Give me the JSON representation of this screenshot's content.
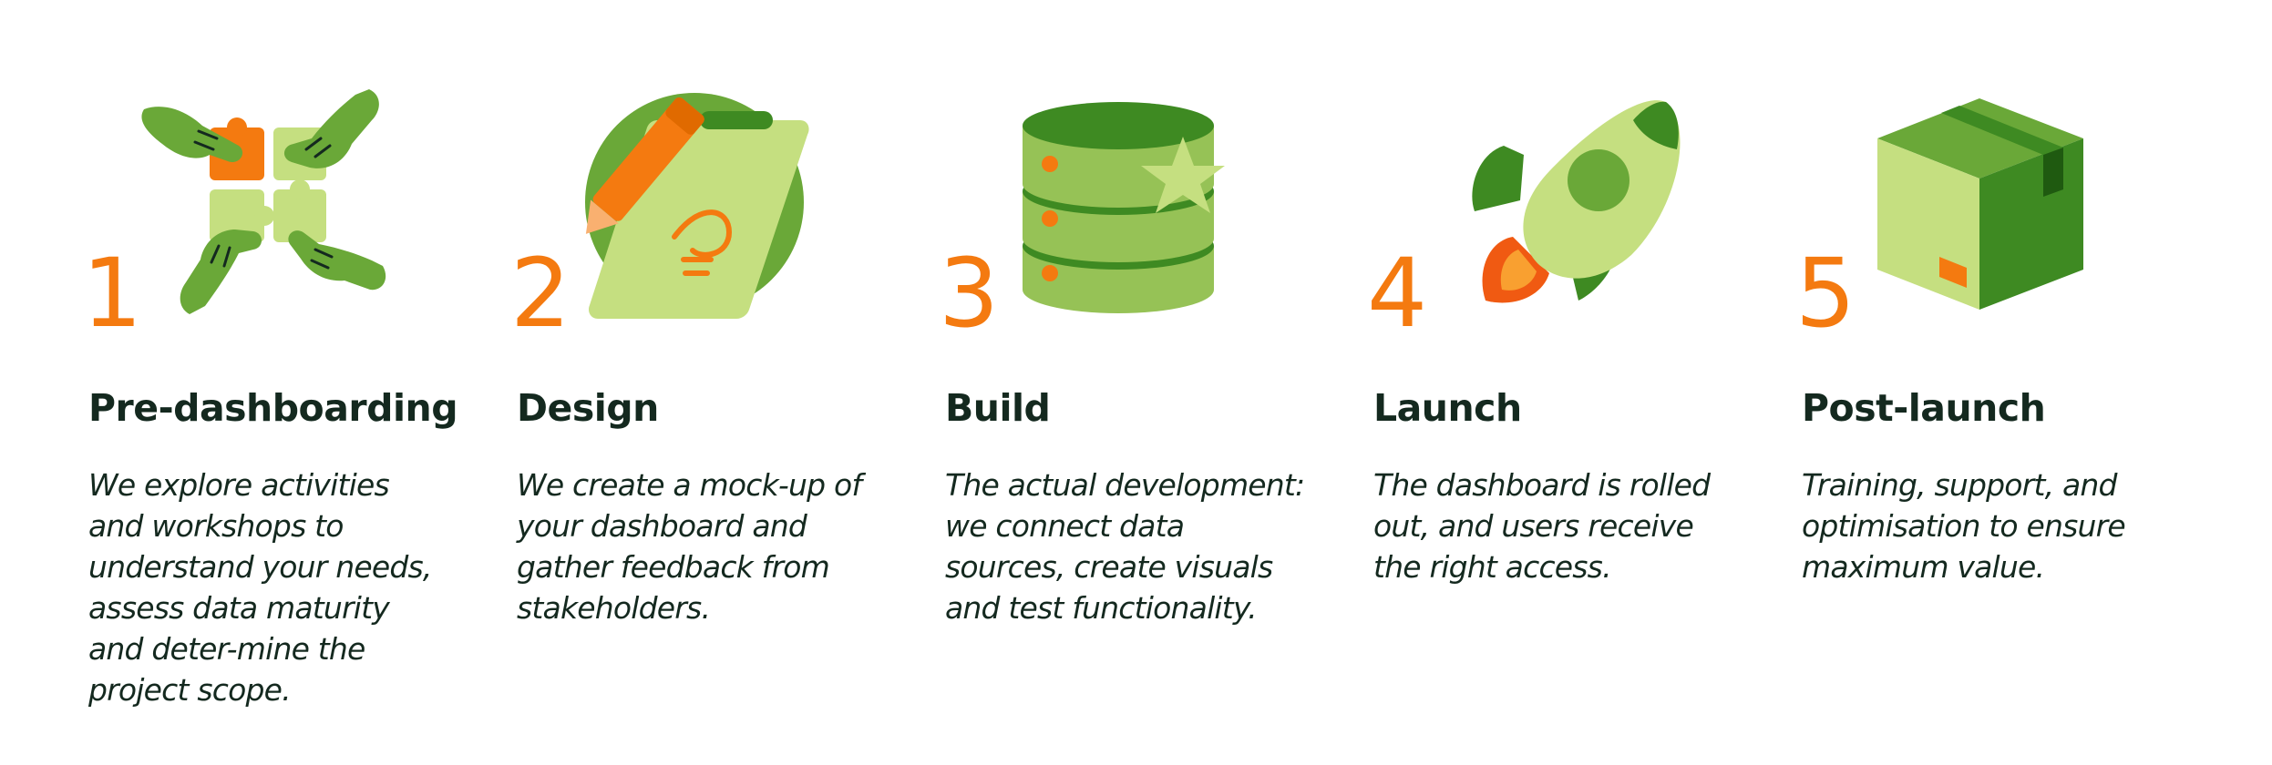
{
  "colors": {
    "accent_orange": "#f47a10",
    "dark_green": "#3e8a22",
    "mid_green": "#6aa838",
    "light_green": "#c5df80",
    "text_dark": "#14291f"
  },
  "steps": [
    {
      "number": "1",
      "title": "Pre-dashboarding",
      "description": "We explore activities and workshops to understand your needs, assess data maturity and deter-mine the project scope.",
      "icon": "puzzle-hands-icon"
    },
    {
      "number": "2",
      "title": "Design",
      "description": "We create a mock-up of your dashboard and gather feedback from stakeholders.",
      "icon": "clipboard-pencil-icon"
    },
    {
      "number": "3",
      "title": "Build",
      "description": "The actual development: we connect data sources, create visuals and test functionality.",
      "icon": "database-star-icon"
    },
    {
      "number": "4",
      "title": "Launch",
      "description": "The dashboard is rolled out, and users receive the right access.",
      "icon": "rocket-icon"
    },
    {
      "number": "5",
      "title": "Post-launch",
      "description": "Training, support, and optimisation to ensure maximum value.",
      "icon": "package-box-icon"
    }
  ]
}
